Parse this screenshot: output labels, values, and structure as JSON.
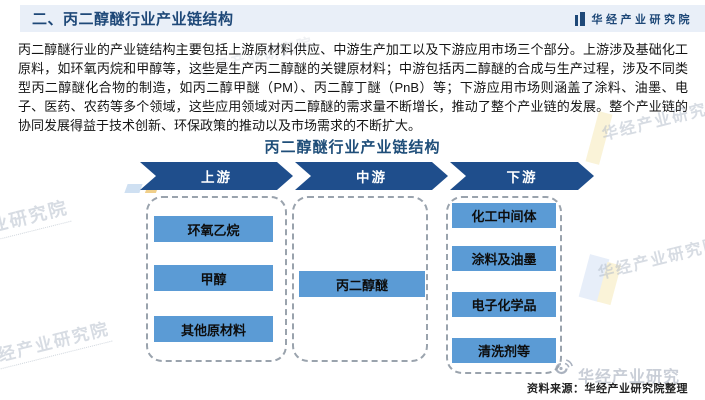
{
  "colors": {
    "accent_dark_blue": "#1f4e79",
    "banner_blue": "#1f4e8c",
    "box_blue": "#5b9bd5",
    "header_band": "#e9eff8"
  },
  "header": {
    "title": "二、丙二醇醚行业产业链结构",
    "logo_text": "华经产业研究院"
  },
  "intro": {
    "text": "丙二醇醚行业的产业链结构主要包括上游原材料供应、中游生产加工以及下游应用市场三个部分。上游涉及基础化工原料，如环氧丙烷和甲醇等，这些是生产丙二醇醚的关键原材料；中游包括丙二醇醚的合成与生产过程，涉及不同类型丙二醇醚化合物的制造，如丙二醇甲醚（PM）、丙二醇丁醚（PnB）等；下游应用市场则涵盖了涂料、油墨、电子、医药、农药等多个领域，这些应用领域对丙二醇醚的需求量不断增长，推动了整个产业链的发展。整个产业链的协同发展得益于技术创新、环保政策的推动以及市场需求的不断扩大。"
  },
  "diagram": {
    "title": "丙二醇醚行业产业链结构",
    "stages": [
      {
        "label": "上游",
        "boxes": [
          "环氧乙烷",
          "甲醇",
          "其他原材料"
        ]
      },
      {
        "label": "中游",
        "boxes": [
          "丙二醇醚"
        ]
      },
      {
        "label": "下游",
        "boxes": [
          "化工中间体",
          "涂料及油墨",
          "电子化学品",
          "清洗剂等"
        ]
      }
    ]
  },
  "footer": {
    "source": "资料来源：华经产业研究院整理"
  },
  "watermarks": {
    "full": "华经产业研究院",
    "stamp": "华经产业研究"
  }
}
